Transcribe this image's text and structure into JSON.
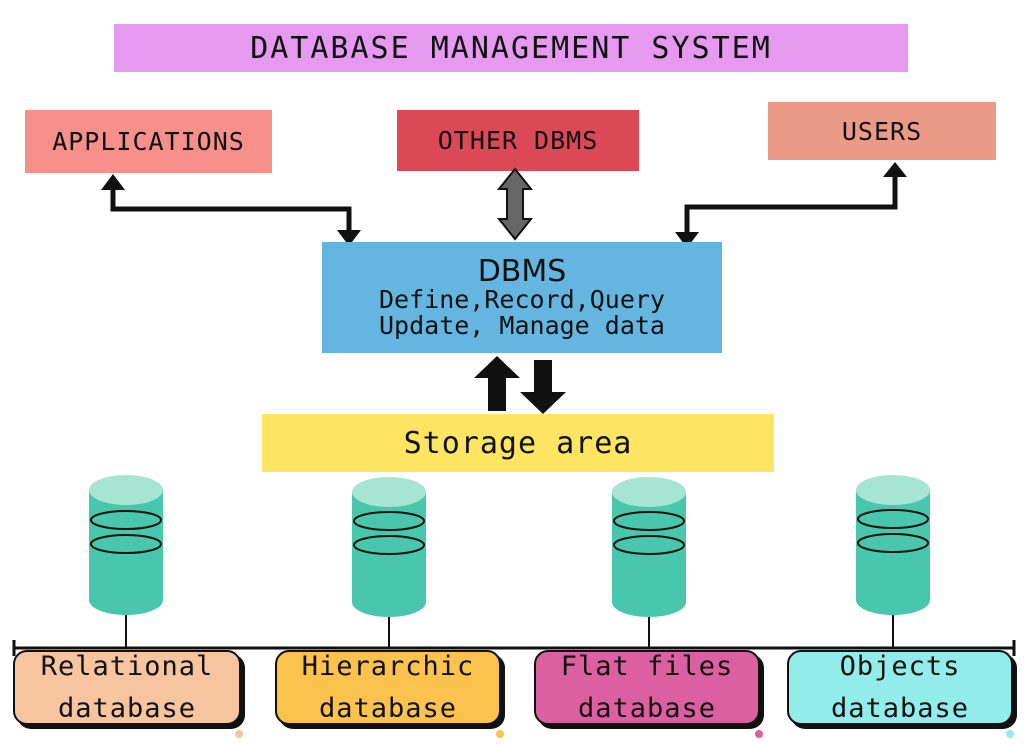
{
  "title": "DATABASE MANAGEMENT SYSTEM",
  "sources": {
    "applications": "APPLICATIONS",
    "other_dbms": "OTHER DBMS",
    "users": "USERS"
  },
  "dbms": {
    "title": "DBMS",
    "line1": "Define,Record,Query",
    "line2": "Update, Manage data"
  },
  "storage": "Storage area",
  "databases": [
    {
      "line1": "Relational",
      "line2": "database"
    },
    {
      "line1": "Hierarchic",
      "line2": "database"
    },
    {
      "line1": "Flat files",
      "line2": "database"
    },
    {
      "line1": "Objects",
      "line2": "database"
    }
  ],
  "colors": {
    "title_bg": "#e59af0",
    "applications_bg": "#f78f8a",
    "other_dbms_bg": "#db4957",
    "users_bg": "#ec9a88",
    "dbms_bg": "#64b6e0",
    "storage_bg": "#fde561",
    "cylinder": "#48c7ac",
    "relational_bg": "#f6c49f",
    "hierarchic_bg": "#fbc24d",
    "flat_files_bg": "#dc5fa1",
    "objects_bg": "#92ece9"
  }
}
